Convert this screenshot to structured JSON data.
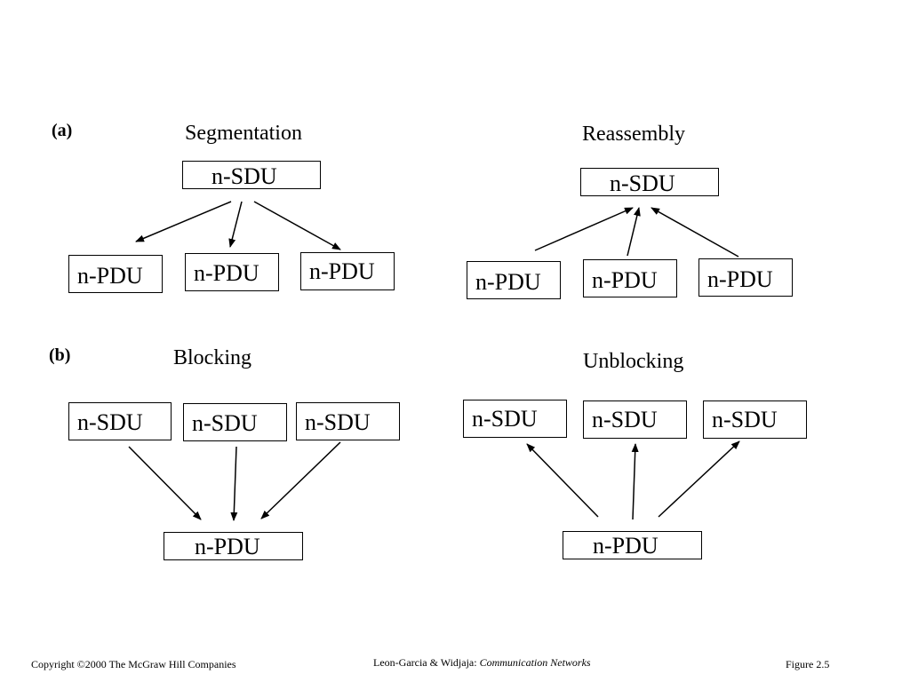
{
  "part_a": {
    "label": "(a)",
    "segmentation": {
      "title": "Segmentation",
      "sdu": "n-SDU",
      "pdus": [
        "n-PDU",
        "n-PDU",
        "n-PDU"
      ]
    },
    "reassembly": {
      "title": "Reassembly",
      "sdu": "n-SDU",
      "pdus": [
        "n-PDU",
        "n-PDU",
        "n-PDU"
      ]
    }
  },
  "part_b": {
    "label": "(b)",
    "blocking": {
      "title": "Blocking",
      "sdus": [
        "n-SDU",
        "n-SDU",
        "n-SDU"
      ],
      "pdu": "n-PDU"
    },
    "unblocking": {
      "title": "Unblocking",
      "sdus": [
        "n-SDU",
        "n-SDU",
        "n-SDU"
      ],
      "pdu": "n-PDU"
    }
  },
  "footer": {
    "copyright": "Copyright ©2000 The McGraw Hill Companies",
    "authors": "Leon-Garcia & Widjaja:",
    "book": "Communication Networks",
    "figure": "Figure 2.5"
  }
}
